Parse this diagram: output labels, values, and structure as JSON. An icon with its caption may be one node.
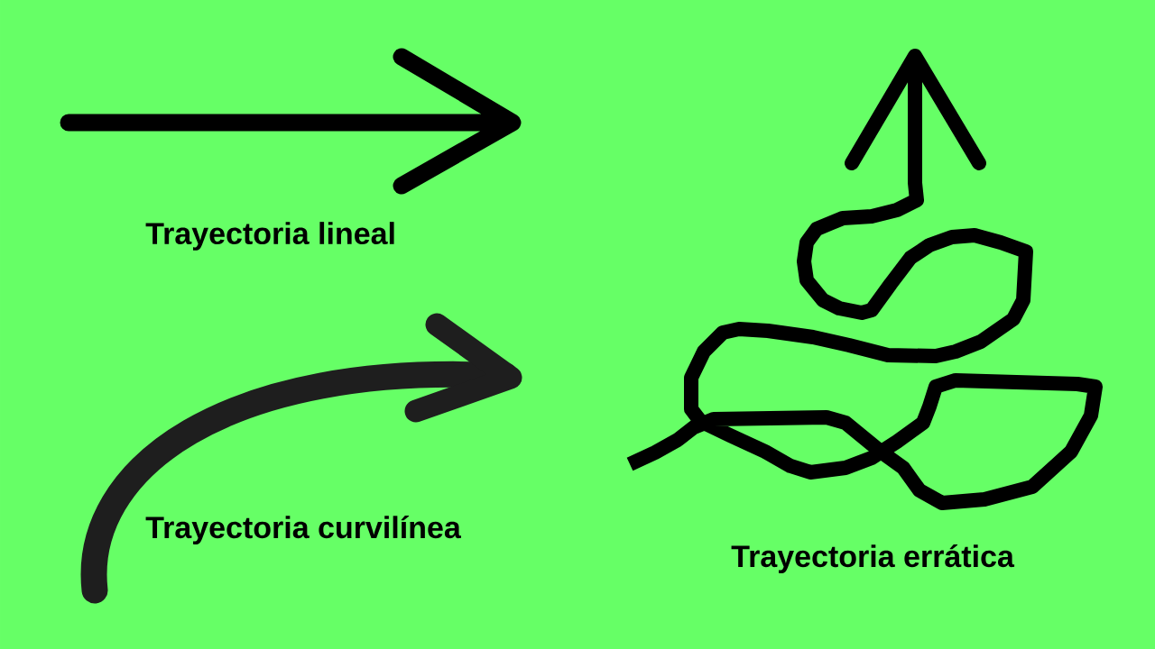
{
  "diagram": {
    "labels": [
      "Trayectoria lineal",
      "Trayectoria curvilínea",
      "Trayectoria errática"
    ]
  }
}
